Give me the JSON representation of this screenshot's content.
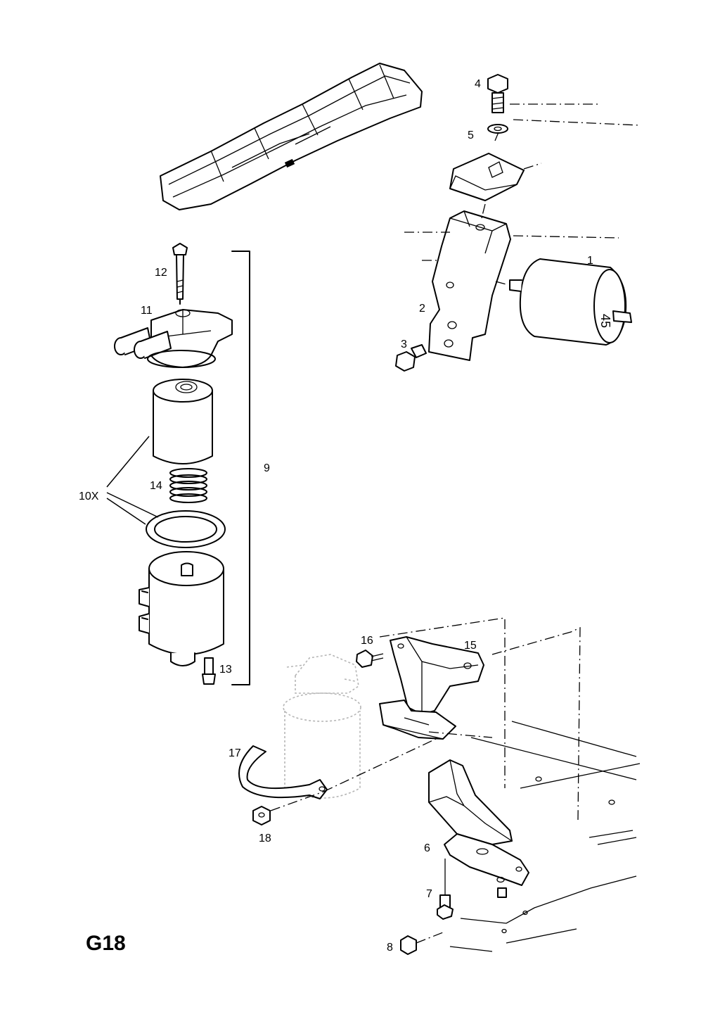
{
  "sheet": {
    "code": "G18"
  },
  "callouts": {
    "c1": "1",
    "c2": "2",
    "c3": "3",
    "c4": "4",
    "c5": "5",
    "c6": "6",
    "c7": "7",
    "c8": "8",
    "c9": "9",
    "c10": "10X",
    "c11": "11",
    "c12": "12",
    "c13": "13",
    "c14": "14",
    "c15": "15",
    "c16": "16",
    "c17": "17",
    "c18": "18"
  },
  "part_markings": {
    "filter_1": "45"
  }
}
